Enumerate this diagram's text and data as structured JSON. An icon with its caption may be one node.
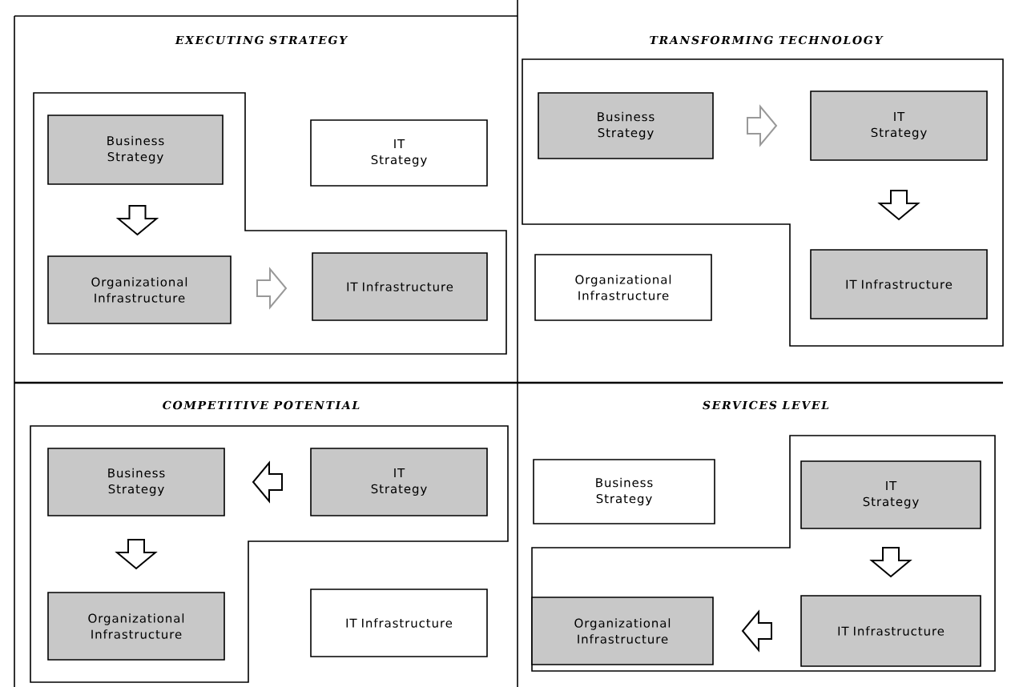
{
  "diagram": {
    "nodes": [
      {
        "text": [
          "Business Strategy"
        ]
      },
      {
        "text": [
          "IT Strategy"
        ]
      },
      {
        "text": [
          "Organizational Infrastructure"
        ]
      },
      {
        "text": [
          "IT Infrastructure"
        ]
      },
      {
        "text": [
          "Business Strategy"
        ]
      },
      {
        "text": [
          "IT Strategy"
        ]
      },
      {
        "text": [
          "Organizational Infrastructure"
        ]
      },
      {
        "text": [
          "IT Infrastructure"
        ]
      },
      {
        "text": [
          "Business Strategy"
        ]
      },
      {
        "text": [
          "IT Strategy"
        ]
      },
      {
        "text": [
          "Organizational Infrastructure"
        ]
      },
      {
        "text": [
          "IT Infrastructure"
        ]
      },
      {
        "text": [
          "Business Strategy"
        ]
      },
      {
        "text": [
          "IT Strategy"
        ]
      },
      {
        "text": [
          "Organizational Infrastructure"
        ]
      },
      {
        "text": [
          "IT Infrastructure"
        ]
      }
    ],
    "edges": [
      {
        "from": 0,
        "to": 2,
        "arrow": "to"
      },
      {
        "from": 2,
        "to": 3,
        "arrow": "to",
        "color": "#999999"
      },
      {
        "from": 4,
        "to": 5,
        "arrow": "to",
        "color": "#999999"
      },
      {
        "from": 5,
        "to": 7,
        "arrow": "to"
      },
      {
        "from": 9,
        "to": 8,
        "arrow": "to"
      },
      {
        "from": 8,
        "to": 10,
        "arrow": "to"
      },
      {
        "from": 13,
        "to": 15,
        "arrow": "to"
      },
      {
        "from": 15,
        "to": 14,
        "arrow": "to"
      }
    ],
    "labels": [
      "EXECUTING STRATEGY",
      "TRANSFORMING TECHNOLOGY",
      "COMPETITIVE POTENTIAL",
      "SERVICES LEVEL"
    ]
  }
}
